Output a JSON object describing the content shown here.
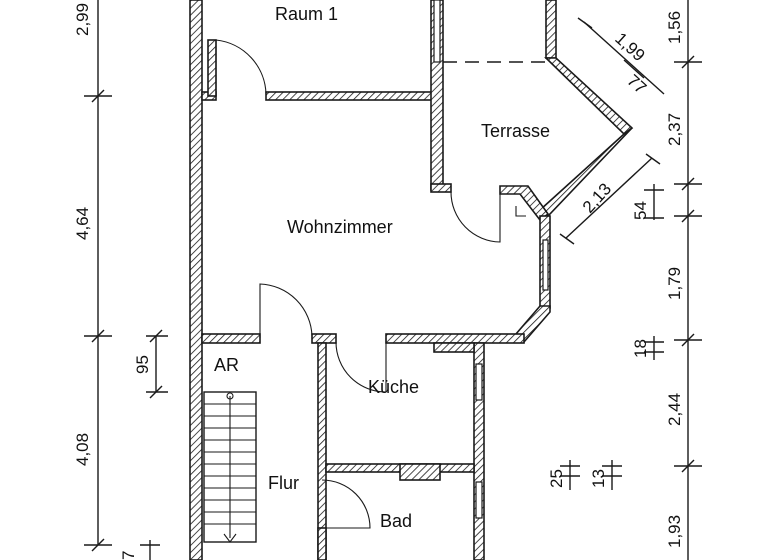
{
  "rooms": {
    "raum1": "Raum 1",
    "terrasse": "Terrasse",
    "wohnzimmer": "Wohnzimmer",
    "ar": "AR",
    "kueche": "Küche",
    "flur": "Flur",
    "bad": "Bad"
  },
  "dimensions": {
    "left_top": "2,99",
    "left_mid": "4,64",
    "left_bottom": "4,08",
    "left_inner": "95",
    "left_cut": "7",
    "right_top": "1,56",
    "right_2": "2,37",
    "right_3": "1,79",
    "right_4": "2,44",
    "right_5": "1,93",
    "right_small_54": "54",
    "right_small_18": "18",
    "inner_25": "25",
    "inner_13": "13",
    "diag_199": "1,99",
    "diag_77": "77",
    "diag_213": "2,13"
  }
}
